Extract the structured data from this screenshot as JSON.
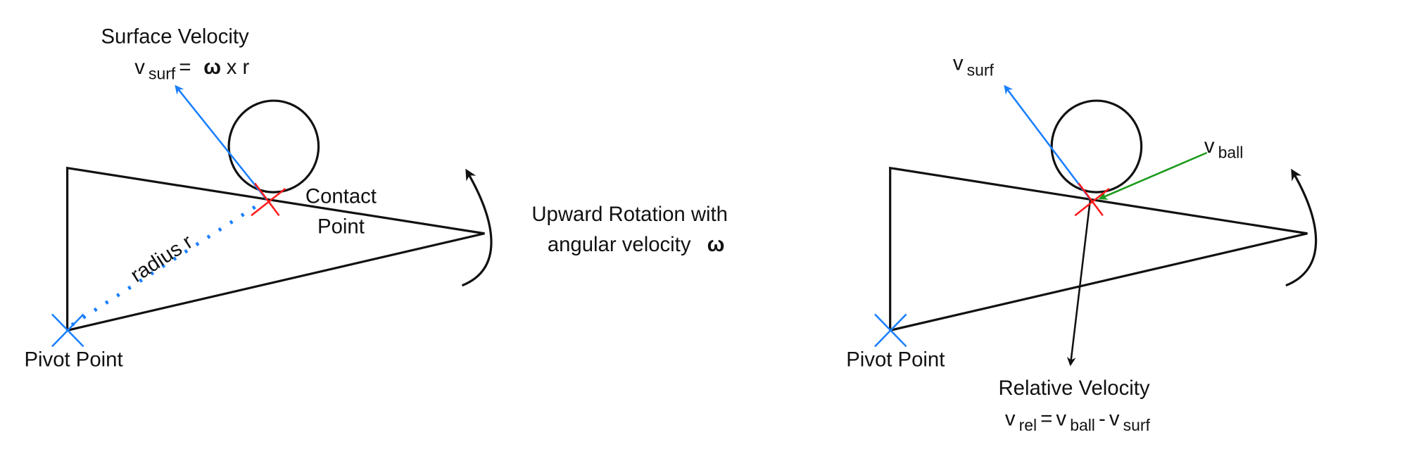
{
  "colors": {
    "surface_velocity": "#1a7fff",
    "contact": "#ff1a1a",
    "ball_velocity": "#1a9a1a",
    "outline": "#111111"
  },
  "left": {
    "title": "Surface Velocity",
    "formula": {
      "v": "v",
      "sub": "surf",
      "eq": "=",
      "omega": "ω",
      "rest": "x r"
    },
    "contact_label": [
      "Contact",
      "Point"
    ],
    "radius_label": "radius r",
    "rotation_label": [
      "Upward Rotation with",
      "angular velocity"
    ],
    "rotation_omega": "ω",
    "pivot_label": "Pivot Point"
  },
  "right": {
    "vsurf": {
      "v": "v",
      "sub": "surf"
    },
    "vball": {
      "v": "v",
      "sub": "ball"
    },
    "pivot_label": "Pivot Point",
    "relative_title": "Relative Velocity",
    "relative_formula": {
      "v1": "v",
      "sub1": "rel",
      "eq": "=",
      "v2": "v",
      "sub2": "ball",
      "minus": "-",
      "v3": "v",
      "sub3": "surf"
    }
  }
}
